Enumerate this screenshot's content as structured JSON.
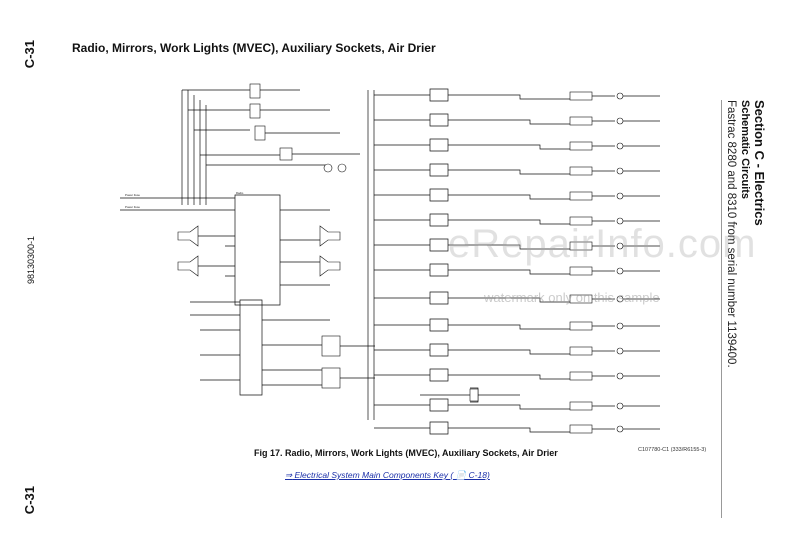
{
  "page": {
    "number_top": "C-31",
    "number_bottom": "C-31",
    "document_number": "98130300-1"
  },
  "title": "Radio, Mirrors, Work Lights (MVEC), Auxiliary Sockets, Air Drier",
  "figure": {
    "caption": "Fig 17. Radio, Mirrors, Work Lights (MVEC), Auxiliary Sockets, Air Drier",
    "reference": "C107780-C1 (333/R6155-3)"
  },
  "link": {
    "arrow": "⇒",
    "text": "Electrical System Main Components Key",
    "ref": "( 📄 C-18)"
  },
  "section": {
    "heading": "Section C - Electrics",
    "subheading": "Schematic Circuits",
    "note": "Fastrac 8280 and 8310 from serial number 1139400."
  },
  "watermark": {
    "large": "eRepairInfo.com",
    "small": "watermark only on this sample"
  },
  "colors": {
    "text": "#111111",
    "link": "#1a2fa8",
    "watermark": "#aaaaaa"
  }
}
